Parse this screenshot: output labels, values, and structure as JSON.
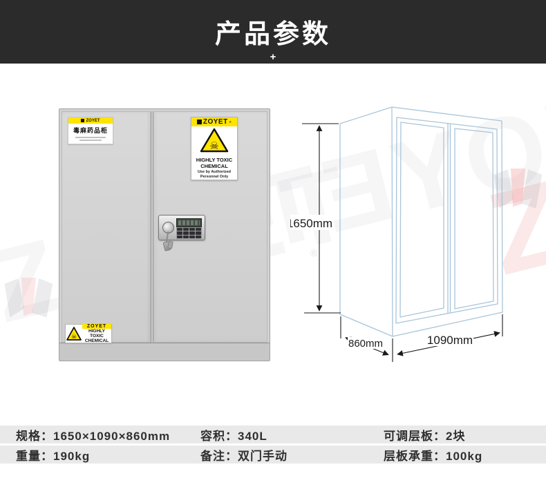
{
  "header": {
    "title": "产品参数",
    "plus": "+"
  },
  "watermark": {
    "text": "ZOYET",
    "letter": "Z",
    "registered": "®"
  },
  "cabinet": {
    "left_label": {
      "brand": "ZOYET",
      "title": "毒麻药品柜"
    },
    "right_label": {
      "brand": "ZOYET",
      "registered": "®",
      "warning": "HIGHLY TOXIC CHEMICAL",
      "sub": "Use by Authorized Personnel Only"
    },
    "bottom_label": {
      "brand": "ZOYET",
      "line1": "HIGHLY TOXIC",
      "line2": "CHEMICAL"
    }
  },
  "icons": {
    "skull": "☠"
  },
  "drawing": {
    "height_label": "1650mm",
    "depth_label": "860mm",
    "width_label": "1090mm"
  },
  "spec_table": {
    "rows": [
      {
        "cells": [
          "规格：1650×1090×860mm",
          "容积：340L",
          "可调层板：2块"
        ]
      },
      {
        "cells": [
          "重量：190kg",
          "备注：双门手动",
          "层板承重：100kg"
        ]
      }
    ]
  },
  "colors": {
    "header_bg": "#2b2b2b",
    "accent_yellow": "#ffe400",
    "table_row_bg": "#e9e9e9",
    "drawing_line": "#a9c4d8"
  }
}
